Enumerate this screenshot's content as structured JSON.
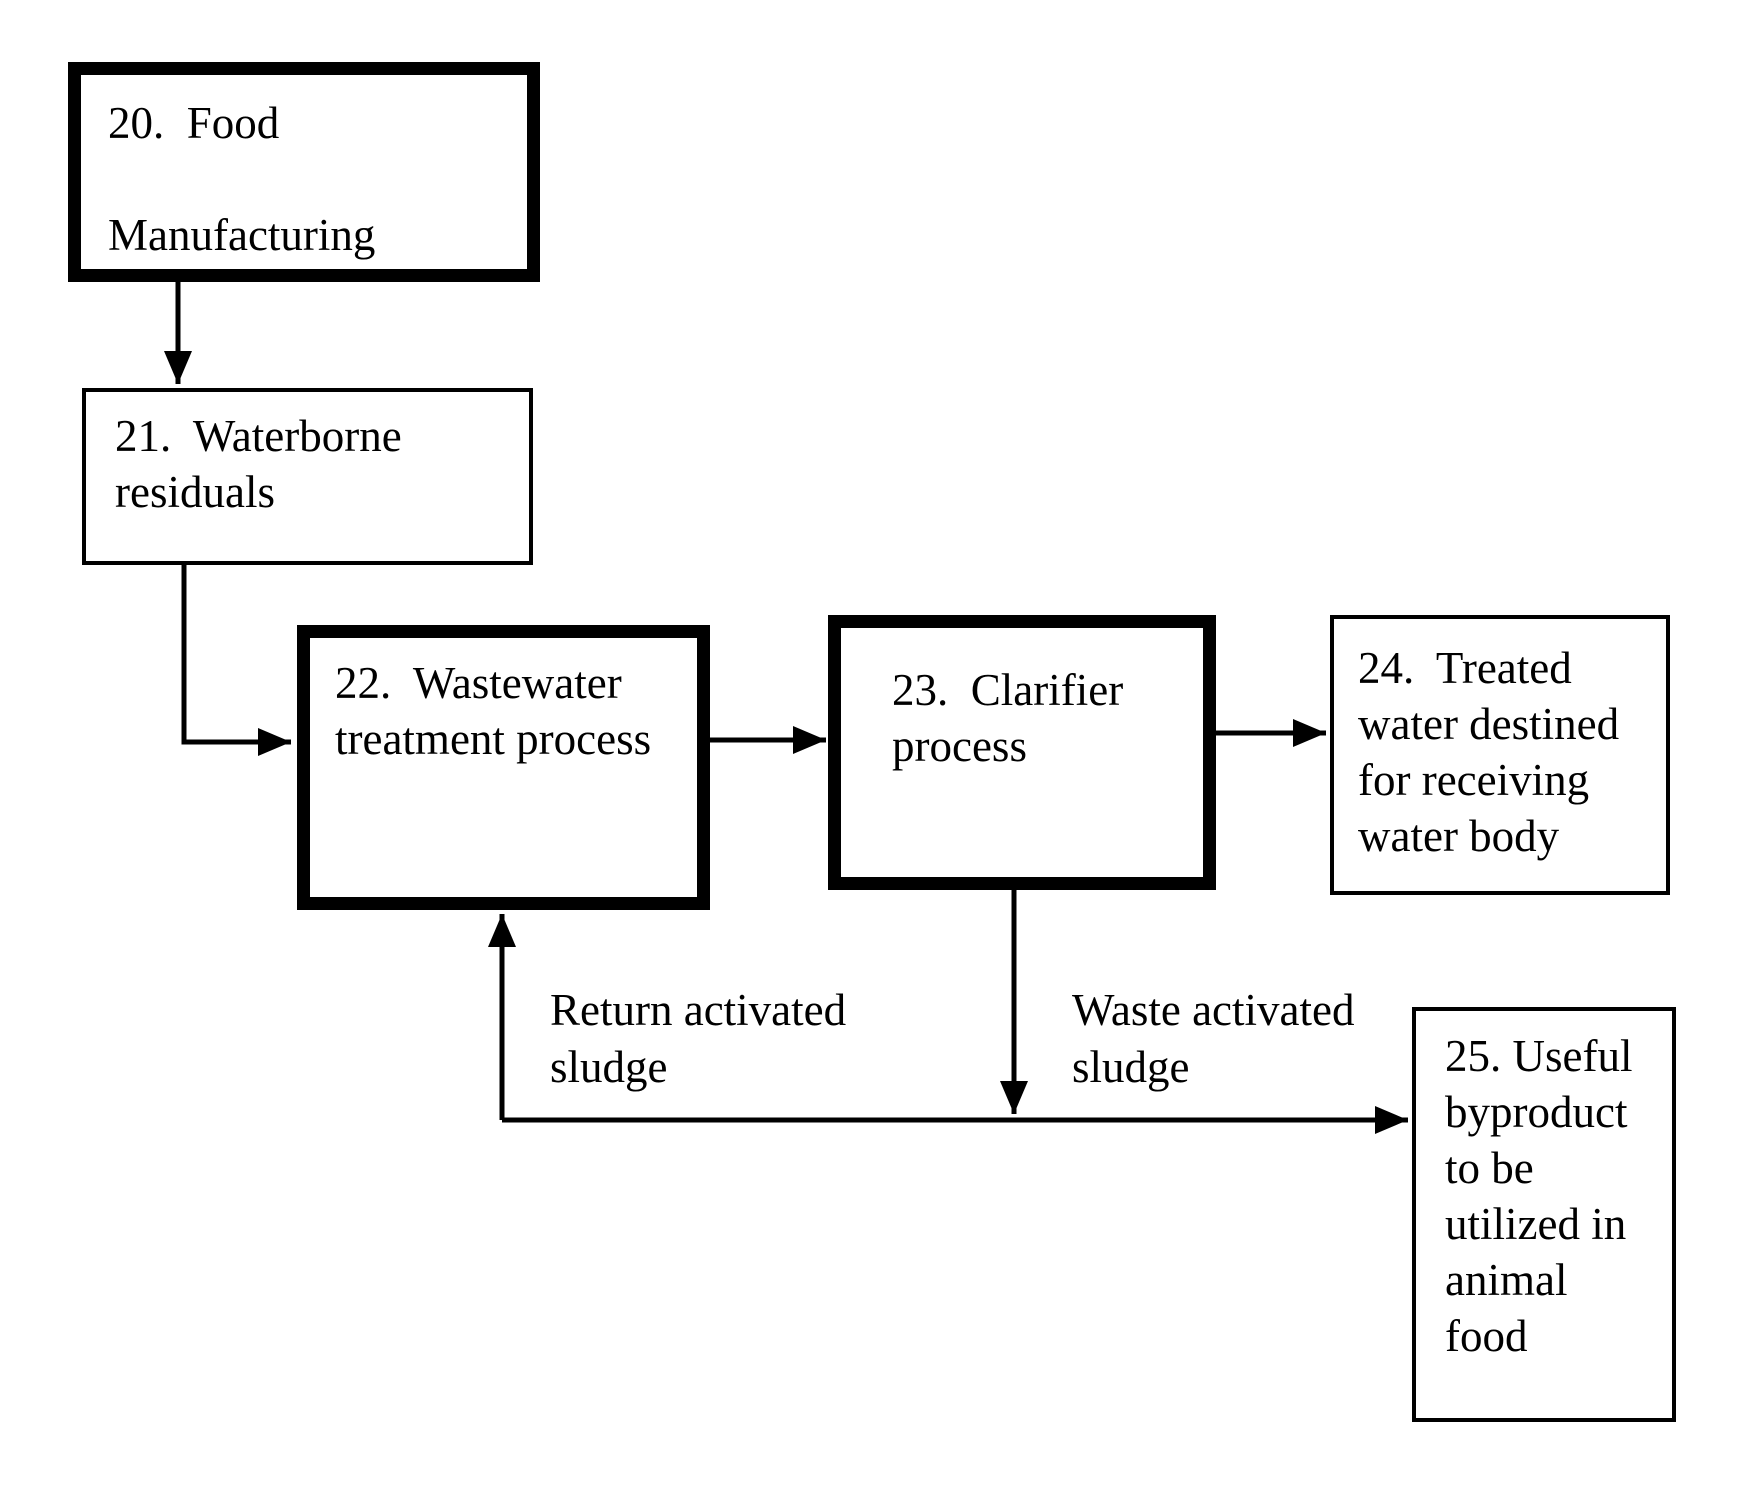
{
  "figure": {
    "background_color": "#ffffff",
    "ink_color": "#000000",
    "boxes": [
      {
        "id": "20",
        "label": "20.  Food\n\nManufacturing",
        "border": "thick"
      },
      {
        "id": "21",
        "label": "21.  Waterborne\nresiduals",
        "border": "thin"
      },
      {
        "id": "22",
        "label": "22.  Wastewater\ntreatment process",
        "border": "thick"
      },
      {
        "id": "23",
        "label": "23.  Clarifier\nprocess",
        "border": "thick"
      },
      {
        "id": "24",
        "label": "24.  Treated\nwater destined\nfor receiving\nwater body",
        "border": "thin"
      },
      {
        "id": "25",
        "label": "25. Useful\nbyproduct\nto be\nutilized in\nanimal\nfood",
        "border": "thin"
      }
    ],
    "edge_labels": {
      "return": "Return activated\nsludge",
      "waste": "Waste activated\nsludge"
    },
    "flows": [
      {
        "from": "20",
        "to": "21",
        "label": ""
      },
      {
        "from": "21",
        "to": "22",
        "label": ""
      },
      {
        "from": "22",
        "to": "23",
        "label": ""
      },
      {
        "from": "23",
        "to": "24",
        "label": ""
      },
      {
        "from": "23",
        "to": "22",
        "label": "Return activated sludge"
      },
      {
        "from": "23",
        "to": "25",
        "label": "Waste activated sludge"
      }
    ]
  }
}
